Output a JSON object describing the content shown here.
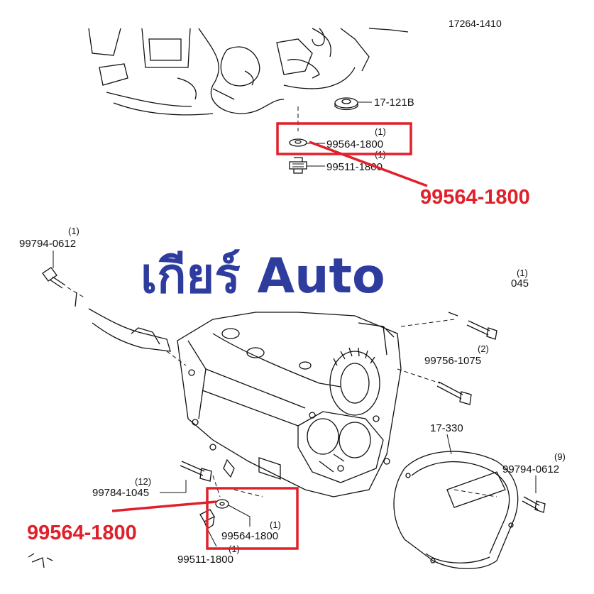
{
  "title": "เกียร์ Auto",
  "callouts": {
    "top": "99564-1800",
    "bottom": "99564-1800"
  },
  "top_parts": {
    "p1": "17-121B",
    "p2_qty": "(1)",
    "p2": "99564-1800",
    "p3_qty": "(1)",
    "p3": "99511-1800",
    "p_cut": "17264-1410"
  },
  "bottom_parts": {
    "a_qty": "(1)",
    "a": "99794-0612",
    "b_qty": "(1)",
    "b": "045",
    "c_qty": "(2)",
    "c": "99756-1075",
    "d": "17-330",
    "e_qty": "(9)",
    "e": "99794-0612",
    "f_qty": "(12)",
    "f": "99784-1045",
    "g_qty": "(1)",
    "g": "99564-1800",
    "h_qty": "(1)",
    "h": "99511-1800"
  },
  "colors": {
    "highlight": "#e0202a",
    "title": "#2e3c9e"
  }
}
